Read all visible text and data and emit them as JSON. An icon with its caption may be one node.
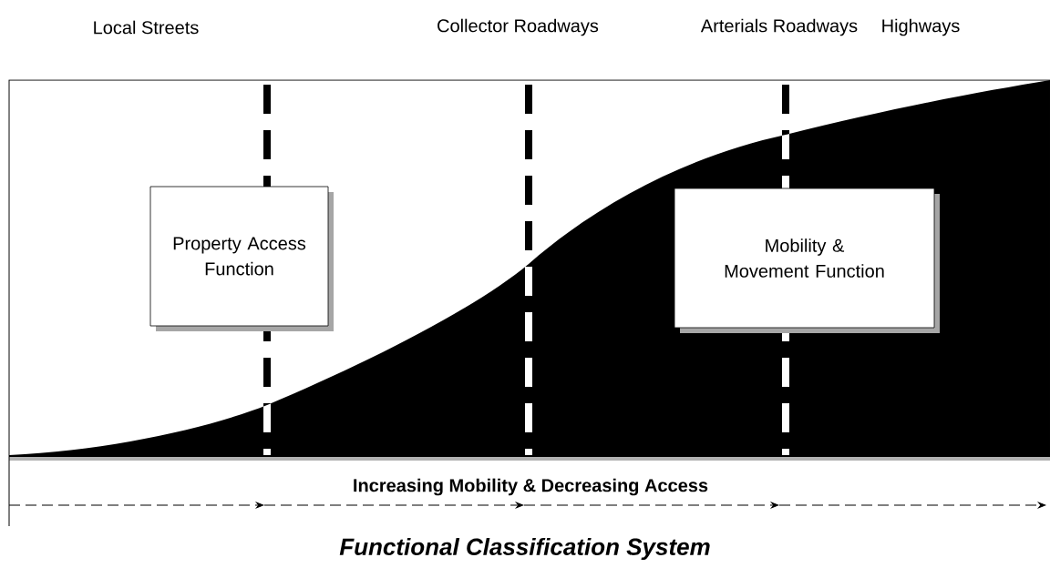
{
  "diagram": {
    "caption": "Functional Classification System",
    "nodes": [
      {
        "text": [
          "Property Access Function"
        ]
      },
      {
        "text": [
          "Mobility & Movement Function"
        ]
      }
    ],
    "edges": [],
    "labels": [
      "Local Streets",
      "Collector Roadways",
      "Arterials Roadways",
      "Highways",
      "Increasing Mobility & Decreasing Access"
    ]
  }
}
